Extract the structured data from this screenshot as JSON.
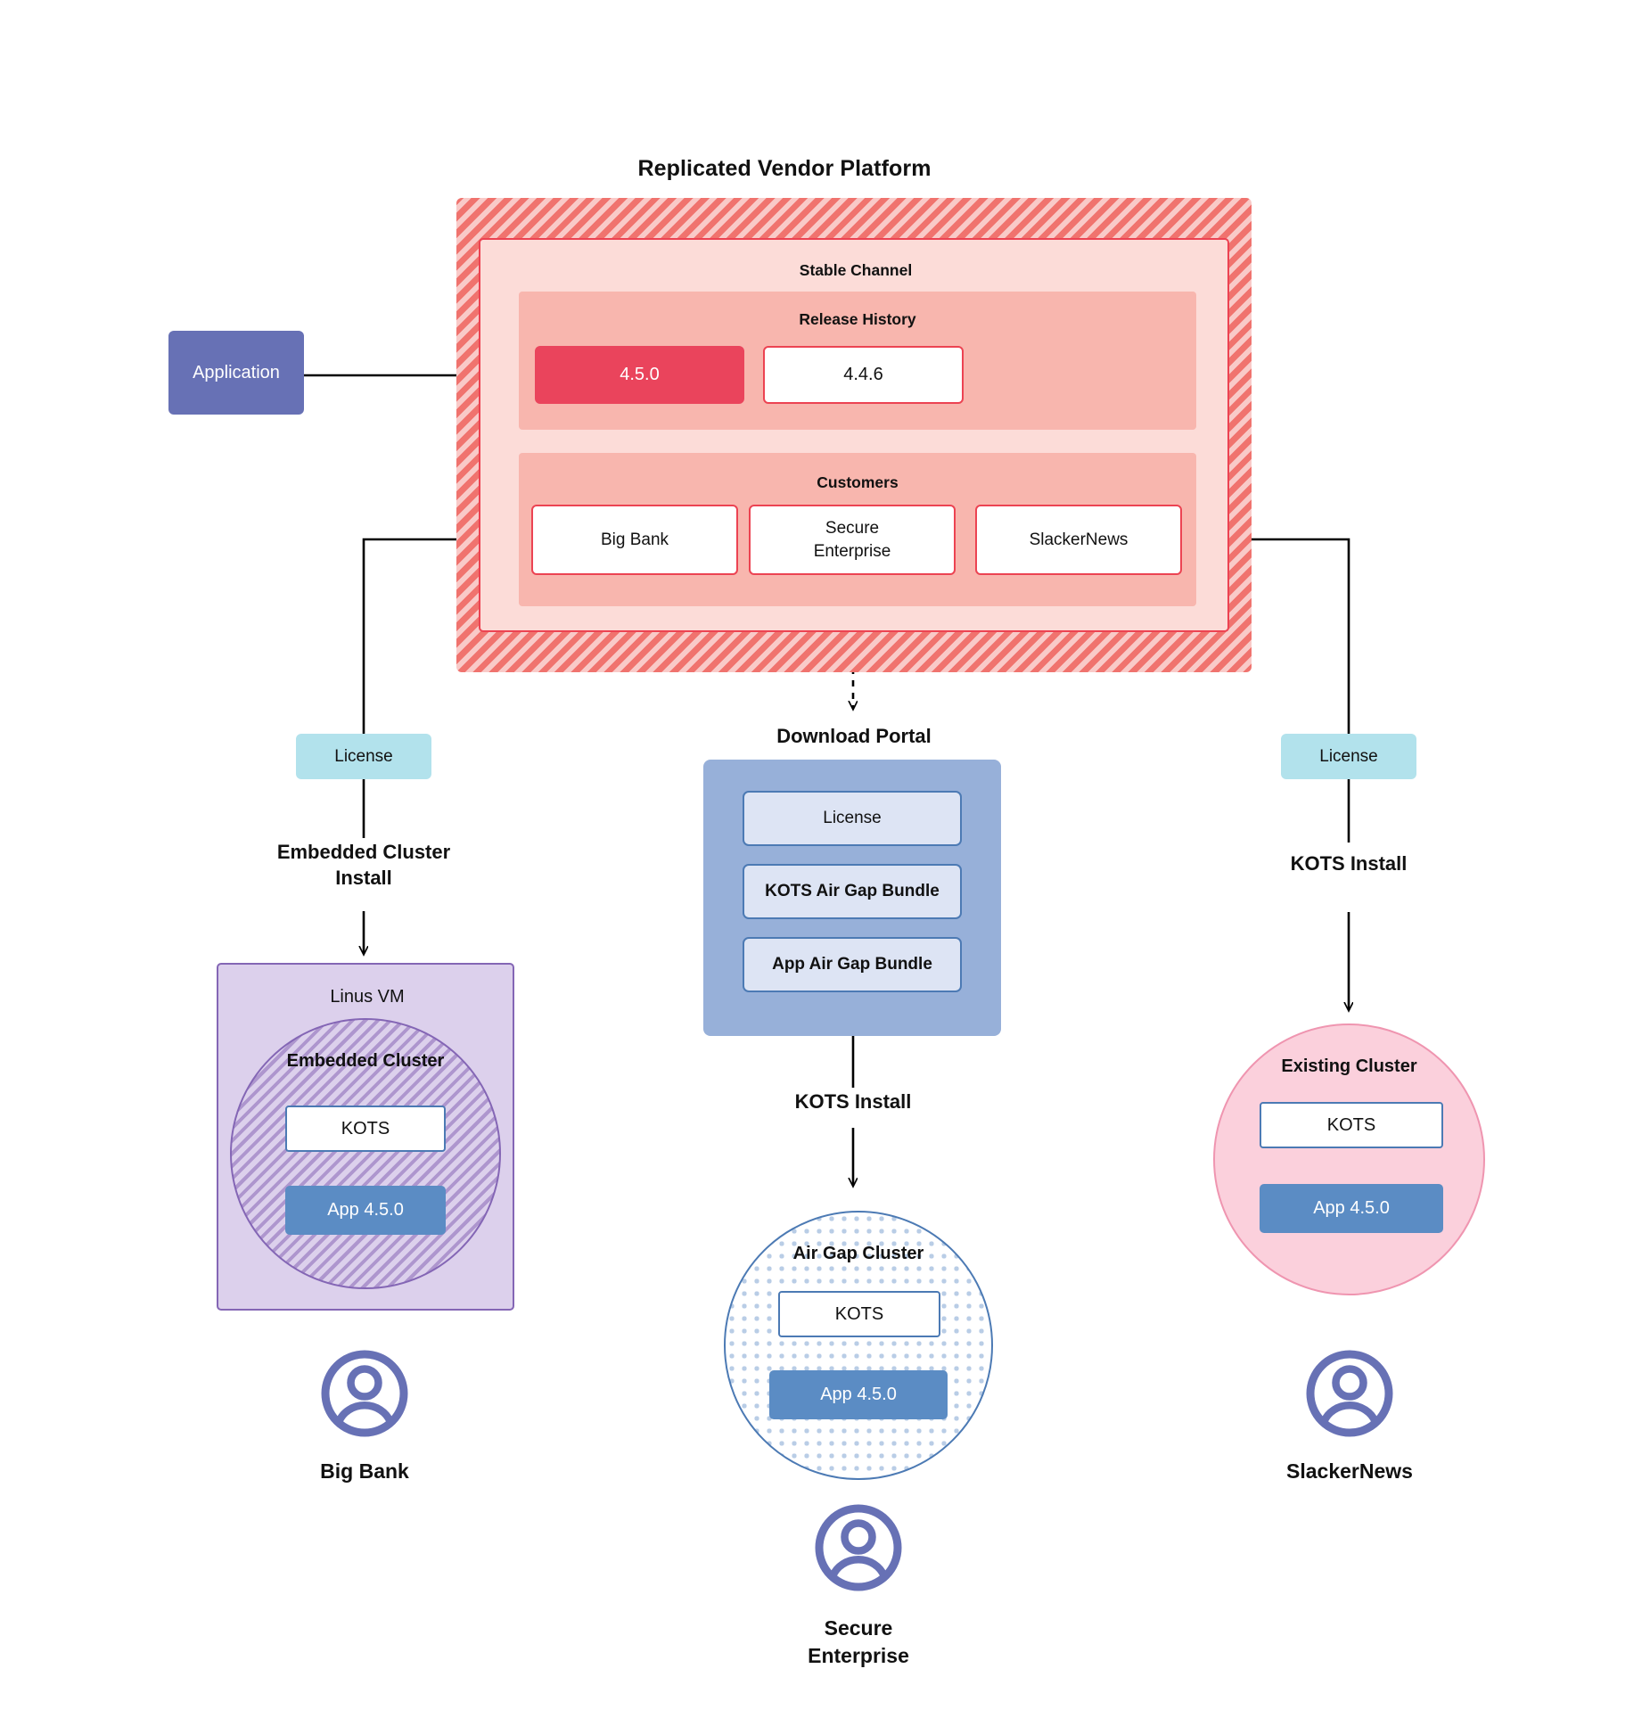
{
  "diagram": {
    "title": "Replicated Vendor Platform",
    "application": {
      "label": "Application"
    },
    "stable_channel": {
      "label": "Stable Channel",
      "release_history": {
        "label": "Release History",
        "releases": [
          {
            "version": "4.5.0",
            "state": "current"
          },
          {
            "version": "4.4.6",
            "state": "previous"
          }
        ]
      },
      "customers": {
        "label": "Customers",
        "items": [
          {
            "name": "Big Bank"
          },
          {
            "name": "Secure\nEnterprise"
          },
          {
            "name": "SlackerNews"
          }
        ]
      }
    },
    "download_portal": {
      "title": "Download  Portal",
      "items": [
        {
          "label": "License",
          "bold": false
        },
        {
          "label": "KOTS Air Gap Bundle",
          "bold": true
        },
        {
          "label": "App Air Gap Bundle",
          "bold": true
        }
      ]
    },
    "licenses": [
      {
        "label": "License"
      },
      {
        "label": "License"
      }
    ],
    "install_methods": {
      "left": "Embedded Cluster\nInstall",
      "center": "KOTS Install",
      "right": "KOTS Install"
    },
    "targets": {
      "left": {
        "host_label": "Linus VM",
        "cluster_label": "Embedded Cluster",
        "kots_label": "KOTS",
        "app_label": "App 4.5.0"
      },
      "center": {
        "cluster_label": "Air Gap Cluster",
        "kots_label": "KOTS",
        "app_label": "App 4.5.0"
      },
      "right": {
        "cluster_label": "Existing Cluster",
        "kots_label": "KOTS",
        "app_label": "App 4.5.0"
      }
    },
    "end_users": [
      {
        "name": "Big Bank",
        "icon": "user-avatar-icon"
      },
      {
        "name": "Secure\nEnterprise",
        "icon": "user-avatar-icon"
      },
      {
        "name": "SlackerNews",
        "icon": "user-avatar-icon"
      }
    ],
    "colors": {
      "platform_hatch": "#f0736e",
      "channel_fill": "#fcdcd8",
      "channel_border": "#ec4352",
      "panel_fill": "#f8b6ae",
      "release_current": "#ea445c",
      "application": "#6771b5",
      "license_chip": "#b2e2ec",
      "portal_fill": "#97b0d9",
      "portal_item": "#dde4f4",
      "vm_fill": "#dcd0ec",
      "vm_border": "#8466b5",
      "airgap_border": "#4c7ab4",
      "existing_fill": "#fbd0dc",
      "existing_border": "#ef95b0",
      "app_box": "#5b8cc4",
      "avatar": "#6771b5",
      "wire": "#000000"
    }
  }
}
